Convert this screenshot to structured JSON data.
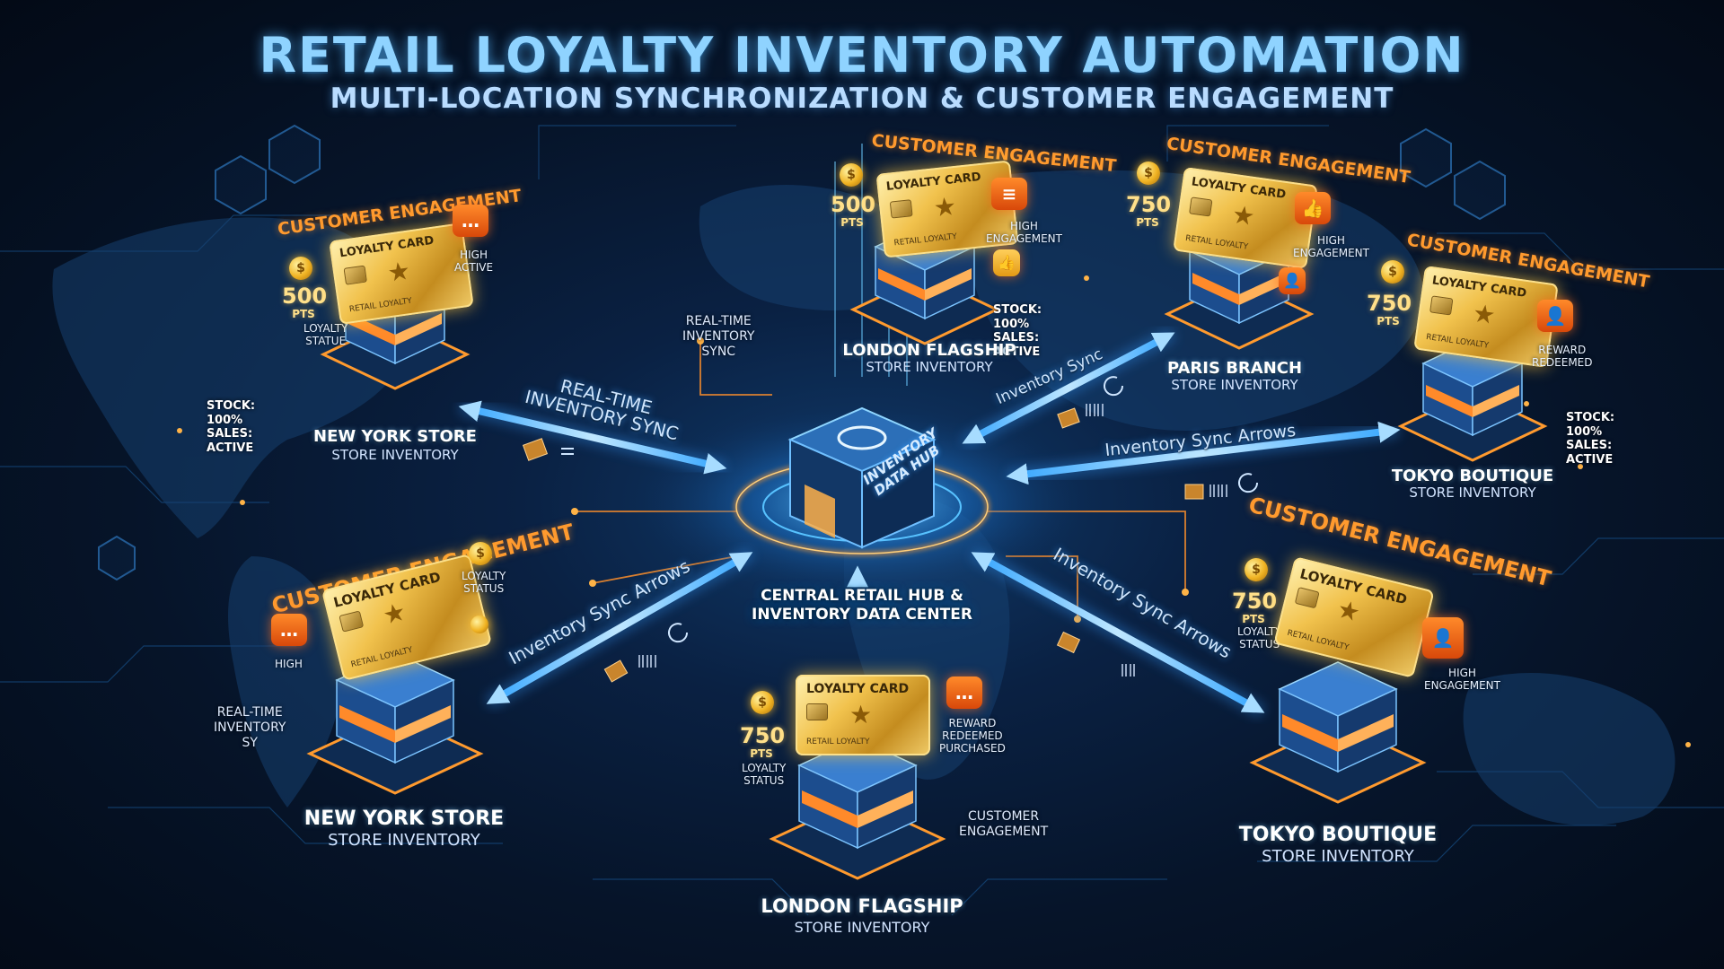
{
  "header": {
    "title": "RETAIL LOYALTY INVENTORY AUTOMATION",
    "subtitle": "MULTI-LOCATION SYNCHRONIZATION & CUSTOMER ENGAGEMENT"
  },
  "hub": {
    "face_label": "INVENTORY\nDATA HUB",
    "caption": "CENTRAL RETAIL HUB &\nINVENTORY DATA CENTER"
  },
  "common": {
    "engagement": "CUSTOMER ENGAGEMENT",
    "loyalty_card": "LOYALTY CARD",
    "retail_loyalty": "RETAIL LOYALTY",
    "pts": "PTS",
    "store_inventory": "STORE INVENTORY"
  },
  "stores": {
    "ny_top": {
      "name": "NEW YORK STORE",
      "points": "500",
      "status": "LOYALTY\nSTATUE",
      "badge_text": "HIGH\nACTIVE",
      "stock": "STOCK: 100%\nSALES: ACTIVE"
    },
    "london_top": {
      "name": "LONDON FLAGSHIP",
      "points": "500",
      "badge_text": "HIGH\nENGAGEMENT",
      "stock": "STOCK: 100%\nSALES: ACTIVE"
    },
    "paris": {
      "name": "PARIS BRANCH",
      "points": "750",
      "badge_text": "HIGH\nENGAGEMENT"
    },
    "tokyo_top": {
      "name": "TOKYO BOUTIQUE",
      "points": "750",
      "badge_text": "REWARD\nREDEEMED",
      "stock": "STOCK: 100%\nSALES: ACTIVE"
    },
    "ny_bottom": {
      "name": "NEW YORK STORE",
      "status": "LOYALTY\nSTATUS",
      "badge_text": "HIGH",
      "caption": "REAL-TIME\nINVENTORY SY"
    },
    "london_bottom": {
      "name": "LONDON FLAGSHIP",
      "points": "750",
      "status": "LOYALTY\nSTATUS",
      "badge_text": "REWARD\nREDEEMED\nPURCHASED",
      "caption": "CUSTOMER\nENGAGEMENT"
    },
    "tokyo_bottom": {
      "name": "TOKYO BOUTIQUE",
      "points": "750",
      "status": "LOYALTY\nSTATUS",
      "badge_text": "HIGH\nENGAGEMENT"
    }
  },
  "sync_labels": {
    "ny": "REAL-TIME\nINVENTORY SYNC",
    "london_top": "REAL-TIME\nINVENTORY\nSYNC",
    "paris": "Inventory Sync",
    "tokyo_top": "Inventory Sync Arrows",
    "ny_bottom": "Inventory Sync Arrows",
    "tokyo_bottom": "Inventory Sync Arrows"
  },
  "colors": {
    "background": "#061429",
    "accent_blue": "#3aa8ff",
    "engagement_orange": "#ff9a2e",
    "gold": "#f1c24d"
  },
  "icons": [
    "coin-icon",
    "chat-bubble-icon",
    "thumbs-up-icon",
    "user-icon",
    "star-icon",
    "store-icon",
    "box-icon",
    "barcode-icon",
    "refresh-icon"
  ]
}
